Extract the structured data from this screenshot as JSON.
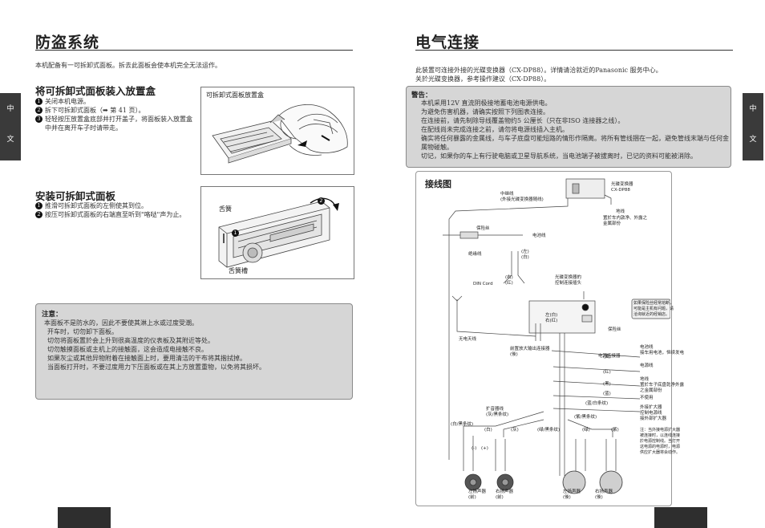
{
  "left": {
    "title": "防盗系统",
    "intro": "本机配备有一可拆卸式面板。拆去此面板会使本机完全无法运作。",
    "section1": {
      "title": "将可拆卸式面板装入放置盒",
      "steps": [
        {
          "n": "1",
          "text": "关闭本机电源。"
        },
        {
          "n": "2",
          "text": "拆下可拆卸式面板（➡ 第 41 页）。"
        },
        {
          "n": "3",
          "text": "轻轻按压放置盒底部并打开盖子，将面板装入放置盒中并在离开车子时请带走。"
        }
      ],
      "figure_label": "可拆卸式面板放置盒"
    },
    "section2": {
      "title": "安装可拆卸式面板",
      "steps": [
        {
          "n": "1",
          "text": "推滑可拆卸式面板的左侧使其到位。"
        },
        {
          "n": "2",
          "text": "按压可拆卸式面板的右端直至听到\"咯哒\"声为止。"
        }
      ],
      "label_tongue": "舌簧",
      "label_groove": "舌簧槽",
      "badge1": "1",
      "badge2": "2"
    },
    "caution": {
      "title": "注意：",
      "lines": [
        "本面板不是防水的，因此不要使其淋上水或过度受潮。",
        "开车时，切勿卸下面板。",
        "切勿将面板置於会上升到很高温度的仪表板及其附近等处。",
        "切勿触摸面板或主机上的接触面，这会造成电接触不良。",
        "如果灰尘或其他异物附着在接触面上时，要用清洁的干布将其揩拭掉。",
        "当面板打开时，不要过度用力下压面板或在其上方放置重物，以免将其损坏。"
      ]
    },
    "side_tab": [
      "中",
      "文"
    ]
  },
  "right": {
    "title": "电气连接",
    "intro": [
      "此装置可连接外接的光碟变换器（CX-DP88）。详情请洽就近的Panasonic 服务中心。",
      "关於光碟变换器，参考操作建议（CX-DP88）。"
    ],
    "warning": {
      "title": "警告：",
      "lines": [
        "本机采用12V 直流阴极接地蓄电池电源供电。",
        "为避免伤害机器，请确实按照下列图表连接。",
        "在连接前，请先制除导线覆盖物约5 公厘长（只在非ISO 连接器之线）。",
        "在配线尚未完成连接之前，请勿将电源线插入主机。",
        "确实将任何暴露的金属线，与车子底盘可能短路的情形作隔离。将所有管线捆在一起，避免管线末端与任何金属物碰触。",
        "切记，如果你的车上有行驶电脑或卫星导航系统，当电池端子被拔离时，已记的资料可能被消除。"
      ]
    },
    "diagram": {
      "title": "接线图",
      "changer": "光碟变换器\nCX-DP88",
      "relay_cord": "中继线\n(外接光碟变换器随线)",
      "ground_wire": "地线",
      "ground_desc": "置於车内敦净、外露之\n金属部份",
      "fuse": "保险丝",
      "battery_wire": "电池线",
      "ground_cable": "绝缘线",
      "left_white": "(左)\n(白)",
      "right_red": "(右)\n(红)",
      "din_cord": "DIN Cord",
      "changer_conn": "光碟变换器的\n控制连接插头",
      "fuse2": "保险丝",
      "fuse_note": "如果保险丝经常熔断，\n可能是主机有问题，请\n洽询就近的经销店。",
      "power_conn": "电源连接器",
      "antenna": "无电天线",
      "preamp": "前置放大输出连接器\n(後)",
      "battery_wire2": "电池线\n接车用电池，恒续发电",
      "yellow": "(黄)",
      "power_wire": "电源线",
      "red": "(红)",
      "ground2": "地线\n置於车子底盘乾净外露\n之金属部份",
      "black": "(黑)",
      "blue": "(蓝)",
      "not_used": "不使用",
      "blue_white": "(蓝/白条纹)",
      "amp_ctrl": "外接扩大器\n控制电源线\n接外部扩大器",
      "note_end": "注：当外接电源扩大器\n被连接时，以连线连接\n於电源控制线。当打开\n这电源的电源时，电源\n供应扩大器将会动作。",
      "amp_wire": "扩音器线\n(灰/黑条纹)",
      "white_black": "(白/黑条纹)",
      "white": "(白)",
      "gray": "(灰)",
      "green_black": "(绿/黑条纹)",
      "purple_black": "(紫/黑条纹)",
      "green": "(绿)",
      "purple": "(紫)",
      "minus": "(-)",
      "plus": "(+)",
      "lr_label": "左(白)\n右(红)",
      "spk_fl": "左扬声器\n(前)",
      "spk_fr": "右扬声器\n(前)",
      "spk_rl": "左扬声器\n(後)",
      "spk_rr": "右扬声器\n(後)"
    },
    "side_tab": [
      "中",
      "文"
    ]
  }
}
